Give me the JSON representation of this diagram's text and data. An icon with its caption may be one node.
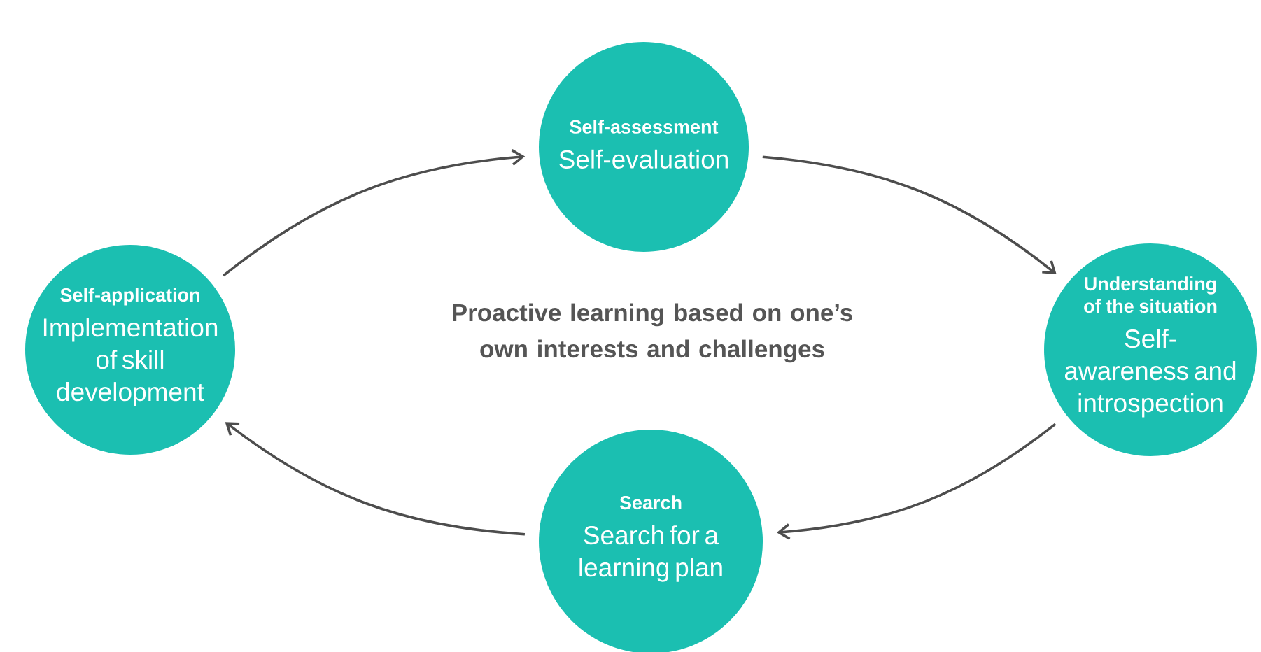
{
  "diagram": {
    "nodes": [
      {
        "text": [
          "Self-assessment",
          "Self-evaluation"
        ]
      },
      {
        "text": [
          "Understanding of the situation",
          "Self-awareness and introspection"
        ]
      },
      {
        "text": [
          "Search",
          "Search for a learning plan"
        ]
      },
      {
        "text": [
          "Self-application",
          "Implementation of skill development"
        ]
      }
    ],
    "edges": [
      {
        "from": 0,
        "to": 1,
        "arrow": "to"
      },
      {
        "from": 1,
        "to": 2,
        "arrow": "to"
      },
      {
        "from": 2,
        "to": 3,
        "arrow": "to"
      },
      {
        "from": 3,
        "to": 0,
        "arrow": "to"
      }
    ],
    "labels": [
      "Proactive learning based on one’s own interests and challenges"
    ]
  }
}
